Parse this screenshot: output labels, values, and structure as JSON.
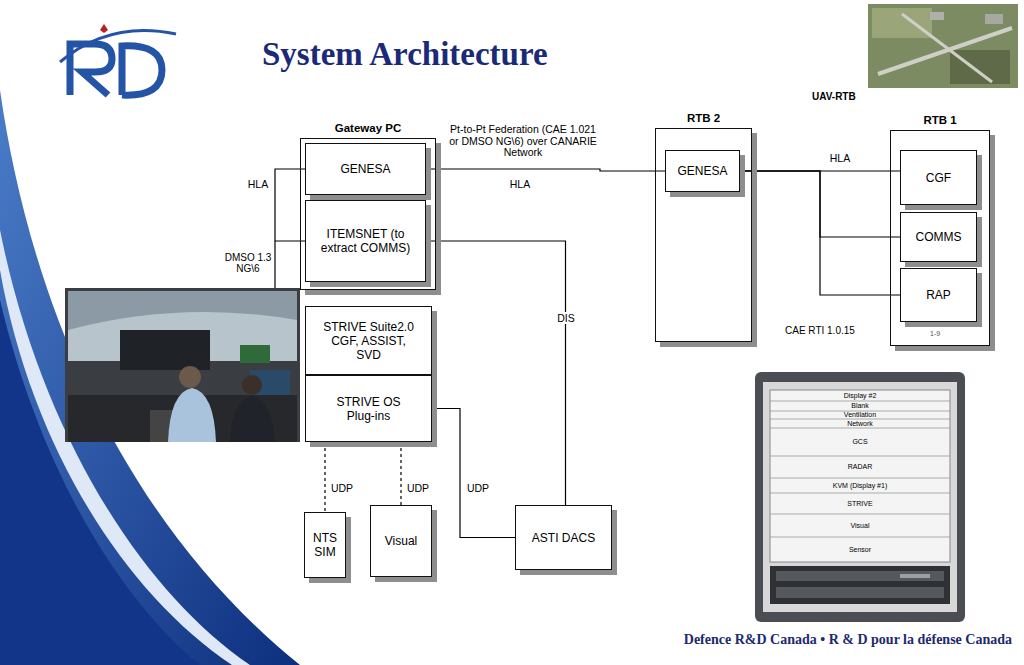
{
  "diagram": {
    "title": "System Architecture",
    "nodes": [
      {
        "text": [
          "Gateway PC"
        ]
      },
      {
        "text": [
          "GENESA"
        ],
        "in": 0
      },
      {
        "text": [
          "ITEMSNET (to extract COMMS)"
        ],
        "in": 0
      },
      {
        "text": [
          "RTB 2"
        ]
      },
      {
        "text": [
          "GENESA"
        ],
        "in": 3
      },
      {
        "text": [
          "RTB 1"
        ]
      },
      {
        "text": [
          "CGF"
        ],
        "in": 5
      },
      {
        "text": [
          "COMMS"
        ],
        "in": 5
      },
      {
        "text": [
          "RAP"
        ],
        "in": 5
      },
      {
        "text": [
          "STRIVE Suite2.0 CGF, ASSIST, SVD"
        ]
      },
      {
        "text": [
          "STRIVE OS Plug-ins"
        ]
      },
      {
        "text": [
          "NTS SIM"
        ]
      },
      {
        "text": [
          "Visual"
        ]
      },
      {
        "text": [
          "ASTI DACS"
        ]
      }
    ],
    "edges": [
      {
        "from": 1,
        "to": 2,
        "arrow": "none",
        "label": "HLA"
      },
      {
        "from": 1,
        "to": 4,
        "arrow": "none",
        "label": "HLA"
      },
      {
        "from": 2,
        "to": 13,
        "arrow": "none",
        "label": "DIS"
      },
      {
        "from": 4,
        "to": 6,
        "arrow": "none",
        "label": "HLA"
      },
      {
        "from": 4,
        "to": 7,
        "arrow": "none"
      },
      {
        "from": 4,
        "to": 8,
        "arrow": "none"
      },
      {
        "from": 10,
        "to": 11,
        "arrow": "none",
        "label": "UDP"
      },
      {
        "from": 10,
        "to": 12,
        "arrow": "none",
        "label": "UDP"
      },
      {
        "from": 10,
        "to": 13,
        "arrow": "none",
        "label": "UDP"
      }
    ],
    "labels": [
      "UAV-RTB",
      "Pt-to-Pt Federation (CAE 1.021 or DMSO NG\\6) over CANARIE Network",
      "DMSO 1.3 NG\\6",
      "CAE RTI 1.0.15",
      "1-9",
      "Display #2",
      "Blank",
      "Ventilation",
      "Network",
      "GCS",
      "RADAR",
      "KVM (Display #1)",
      "STRIVE",
      "Visual",
      "Sensor",
      "Defence R&D Canada • R & D pour la défense Canada"
    ]
  }
}
